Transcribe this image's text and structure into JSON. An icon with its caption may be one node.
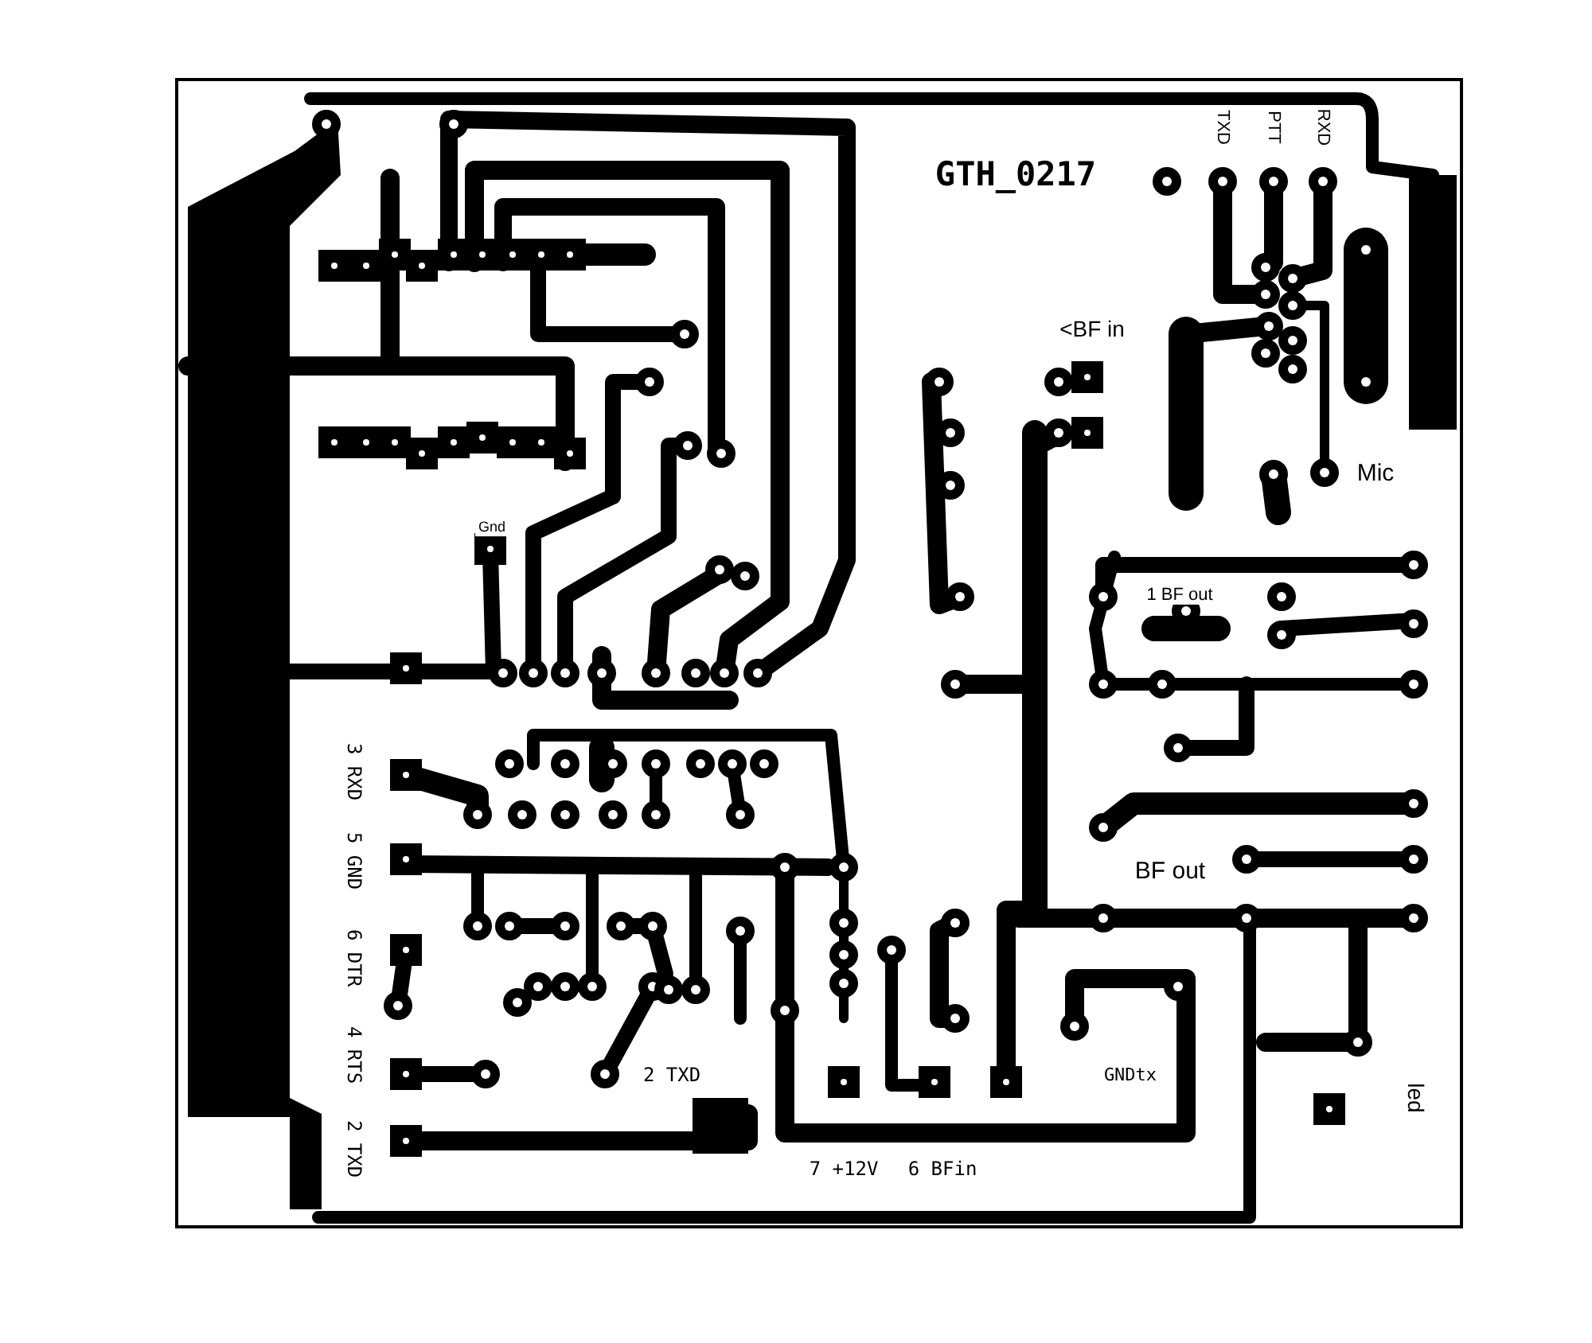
{
  "diagram": {
    "labels": [
      "GTH_0217",
      "TXD",
      "PTT",
      "RXD",
      "<BF in",
      "Mic",
      "Gnd",
      "1 BF out",
      "3 RXD",
      "5 GND",
      "6 DTR",
      "4 RTS",
      "2 TXD",
      "BF out",
      "2 TXD",
      "GNDtx",
      "led",
      "7 +12V",
      "6 BFin"
    ]
  }
}
